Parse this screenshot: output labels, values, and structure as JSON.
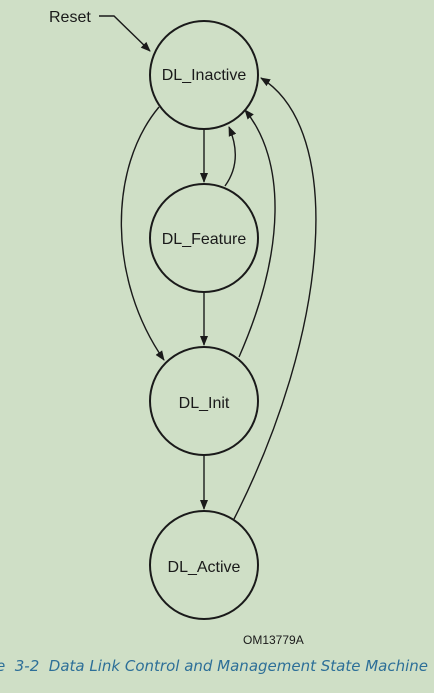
{
  "diagram": {
    "reset_label": "Reset",
    "states": [
      {
        "id": "inactive",
        "label": "DL_Inactive"
      },
      {
        "id": "feature",
        "label": "DL_Feature"
      },
      {
        "id": "init",
        "label": "DL_Init"
      },
      {
        "id": "active",
        "label": "DL_Active"
      }
    ],
    "transitions": [
      {
        "from": "reset",
        "to": "inactive"
      },
      {
        "from": "inactive",
        "to": "feature"
      },
      {
        "from": "feature",
        "to": "inactive"
      },
      {
        "from": "inactive",
        "to": "init"
      },
      {
        "from": "feature",
        "to": "init"
      },
      {
        "from": "init",
        "to": "inactive"
      },
      {
        "from": "init",
        "to": "active"
      },
      {
        "from": "active",
        "to": "inactive"
      }
    ],
    "figure_id": "OM13779A"
  },
  "caption": "e  3-2  Data Link Control and Management State Machine"
}
